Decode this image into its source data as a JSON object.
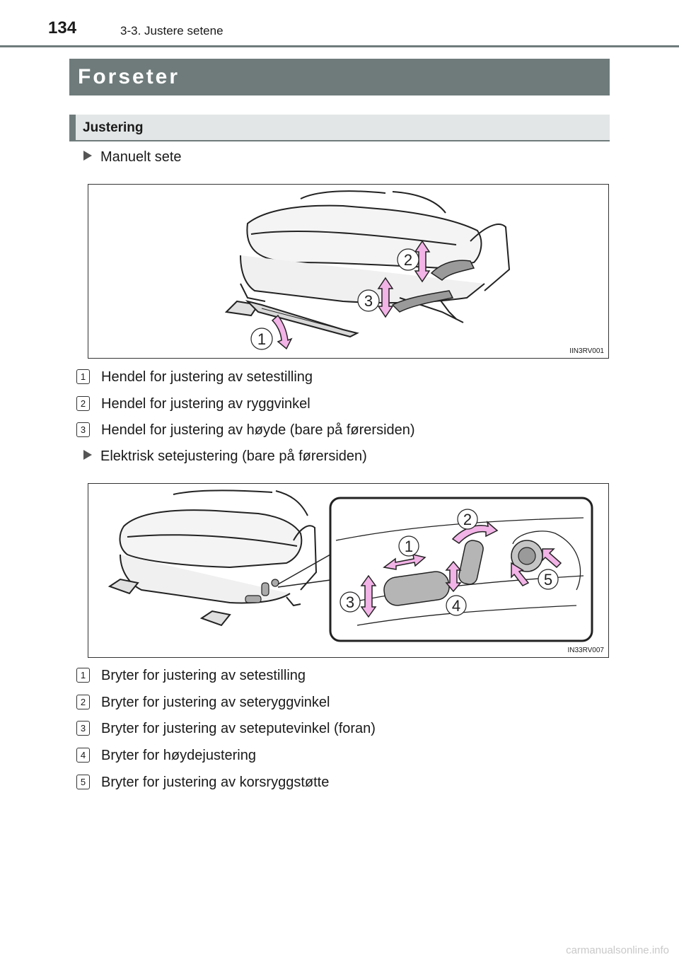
{
  "header": {
    "page_number": "134",
    "chapter": "3-3. Justere setene"
  },
  "section_title": "Forseter",
  "subsection_title": "Justering",
  "manual": {
    "heading": "Manuelt sete",
    "figure": {
      "code": "IIN3RV001",
      "callouts": [
        "1",
        "2",
        "3"
      ]
    },
    "items": [
      {
        "n": "1",
        "text": "Hendel for justering av setestilling"
      },
      {
        "n": "2",
        "text": "Hendel for justering av ryggvinkel"
      },
      {
        "n": "3",
        "text": "Hendel for justering av høyde (bare på førersiden)"
      }
    ]
  },
  "electric": {
    "heading": "Elektrisk setejustering (bare på førersiden)",
    "figure": {
      "code": "IN33RV007",
      "callouts": [
        "1",
        "2",
        "3",
        "4",
        "5"
      ]
    },
    "items": [
      {
        "n": "1",
        "text": "Bryter for justering av setestilling"
      },
      {
        "n": "2",
        "text": "Bryter for justering av seteryggvinkel"
      },
      {
        "n": "3",
        "text": "Bryter for justering av seteputevinkel (foran)"
      },
      {
        "n": "4",
        "text": "Bryter for høydejustering"
      },
      {
        "n": "5",
        "text": "Bryter for justering av korsryggstøtte"
      }
    ]
  },
  "watermark": "carmanualsonline.info",
  "colors": {
    "header_bar": "#6f7b7b",
    "subheader_bg": "#e2e6e6",
    "arrow_pink": "#f2b3e6"
  }
}
